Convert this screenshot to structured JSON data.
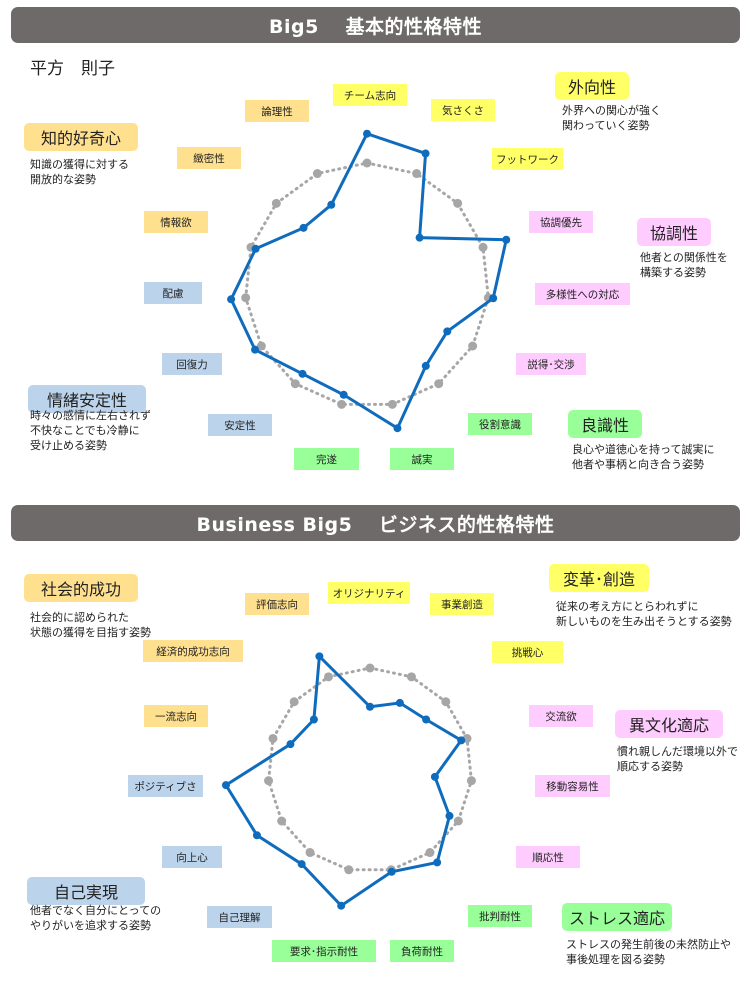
{
  "person_name": "平方　則子",
  "colors": {
    "line": "#0f6cbd",
    "average": "#a6a6a6"
  },
  "chart_data": [
    {
      "type": "radar",
      "title": "Big5　 基本的性格特性",
      "scale_reference": 50,
      "axes": [
        "チーム志向",
        "気さくさ",
        "フットワーク",
        "協調優先",
        "多様性への対応",
        "説得･交渉",
        "役割意識",
        "誠実",
        "完遂",
        "安定性",
        "回復力",
        "配慮",
        "情報欲",
        "緻密性",
        "論理性"
      ],
      "series": [
        {
          "name": "本人",
          "values": [
            62,
            59,
            29,
            60,
            52,
            38,
            41,
            60,
            46,
            45,
            53,
            56,
            48,
            35,
            36
          ]
        },
        {
          "name": "平均",
          "values": [
            50,
            50,
            50,
            50,
            50,
            50,
            50,
            50,
            50,
            50,
            50,
            50,
            50,
            50,
            50
          ]
        }
      ],
      "categories": [
        {
          "name": "外向性",
          "desc": "外界への関心が強く\n関わっていく姿勢"
        },
        {
          "name": "協調性",
          "desc": "他者との関係性を\n構築する姿勢"
        },
        {
          "name": "良識性",
          "desc": "良心や道徳心を持って誠実に\n他者や事柄と向き合う姿勢"
        },
        {
          "name": "情緒安定性",
          "desc": "時々の感情に左右されず\n不快なことでも冷静に\n受け止める姿勢"
        },
        {
          "name": "知的好奇心",
          "desc": "知識の獲得に対する\n開放的な姿勢"
        }
      ]
    },
    {
      "type": "radar",
      "title": "Business Big5　 ビジネス的性格特性",
      "scale_reference": 50,
      "axes": [
        "オリジナリティ",
        "事業創造",
        "挑戦心",
        "交流欲",
        "移動容易性",
        "順応性",
        "批判耐性",
        "負荷耐性",
        "要求･指示耐性",
        "自己理解",
        "向上心",
        "ポジティブさ",
        "一流志向",
        "経済的成功志向",
        "評価志向"
      ],
      "series": [
        {
          "name": "本人",
          "values": [
            31,
            36,
            37,
            47,
            32,
            45,
            56,
            51,
            68,
            57,
            64,
            71,
            41,
            37,
            61
          ]
        },
        {
          "name": "平均",
          "values": [
            50,
            50,
            50,
            50,
            50,
            50,
            50,
            50,
            50,
            50,
            50,
            50,
            50,
            50,
            50
          ]
        }
      ],
      "categories": [
        {
          "name": "変革･創造",
          "desc": "従来の考え方にとらわれずに\n新しいものを生み出そうとする姿勢"
        },
        {
          "name": "異文化適応",
          "desc": "慣れ親しんだ環境以外で\n順応する姿勢"
        },
        {
          "name": "ストレス適応",
          "desc": "ストレスの発生前後の未然防止や\n事後処理を図る姿勢"
        },
        {
          "name": "自己実現",
          "desc": "他者でなく自分にとっての\nやりがいを追求する姿勢"
        },
        {
          "name": "社会的成功",
          "desc": "社会的に認められた\n状態の獲得を目指す姿勢"
        }
      ]
    }
  ]
}
